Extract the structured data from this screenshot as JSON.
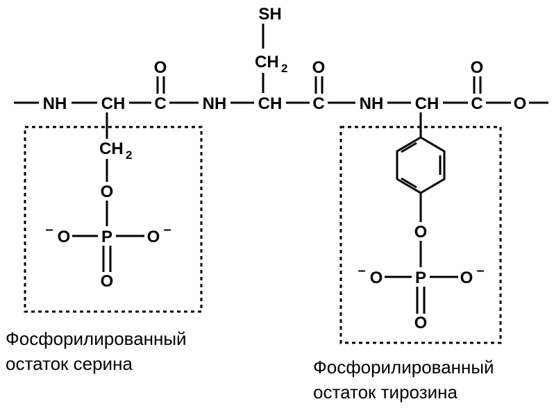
{
  "backbone": {
    "nh": "NH",
    "ch": "CH",
    "c": "C",
    "o": "O",
    "sh": "SH",
    "ch2": "CH",
    "sub2": "2"
  },
  "phosphate": {
    "p": "P",
    "o": "O",
    "minus": "–"
  },
  "captions": {
    "serine_line1": "Фосфорилированный",
    "serine_line2": "остаток серина",
    "tyrosine_line1": "Фосфорилированный",
    "tyrosine_line2": "остаток тирозина"
  }
}
